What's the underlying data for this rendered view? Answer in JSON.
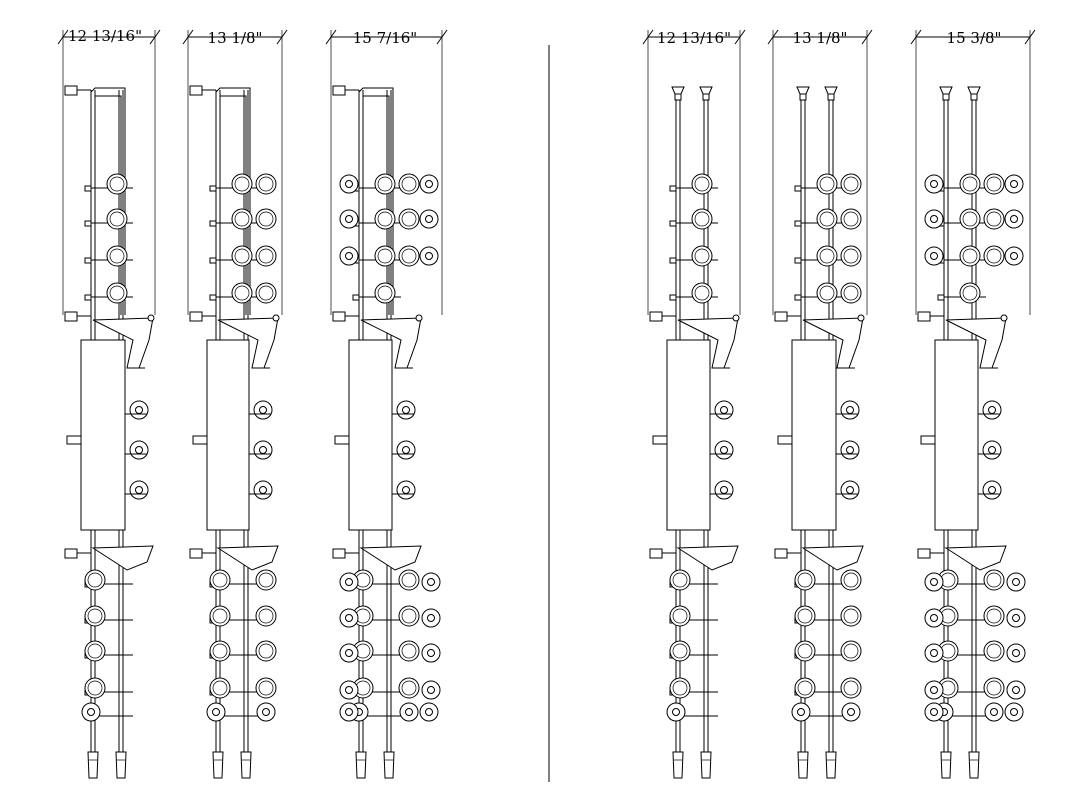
{
  "drawing": {
    "type": "technical elevation drawing",
    "line_color": "#000000",
    "background_color": "#ffffff"
  },
  "assemblies": [
    {
      "id": "left-1",
      "dimension": "12 13/16\"",
      "style": "loop-top",
      "ring_columns": 1
    },
    {
      "id": "left-2",
      "dimension": "13 1/8\"",
      "style": "loop-top",
      "ring_columns": 2
    },
    {
      "id": "left-3",
      "dimension": "15 7/16\"",
      "style": "loop-top",
      "ring_columns": 3
    },
    {
      "id": "right-1",
      "dimension": "12 13/16\"",
      "style": "cap-top",
      "ring_columns": 1
    },
    {
      "id": "right-2",
      "dimension": "13 1/8\"",
      "style": "cap-top",
      "ring_columns": 2
    },
    {
      "id": "right-3",
      "dimension": "15 3/8\"",
      "style": "cap-top",
      "ring_columns": 3
    }
  ]
}
